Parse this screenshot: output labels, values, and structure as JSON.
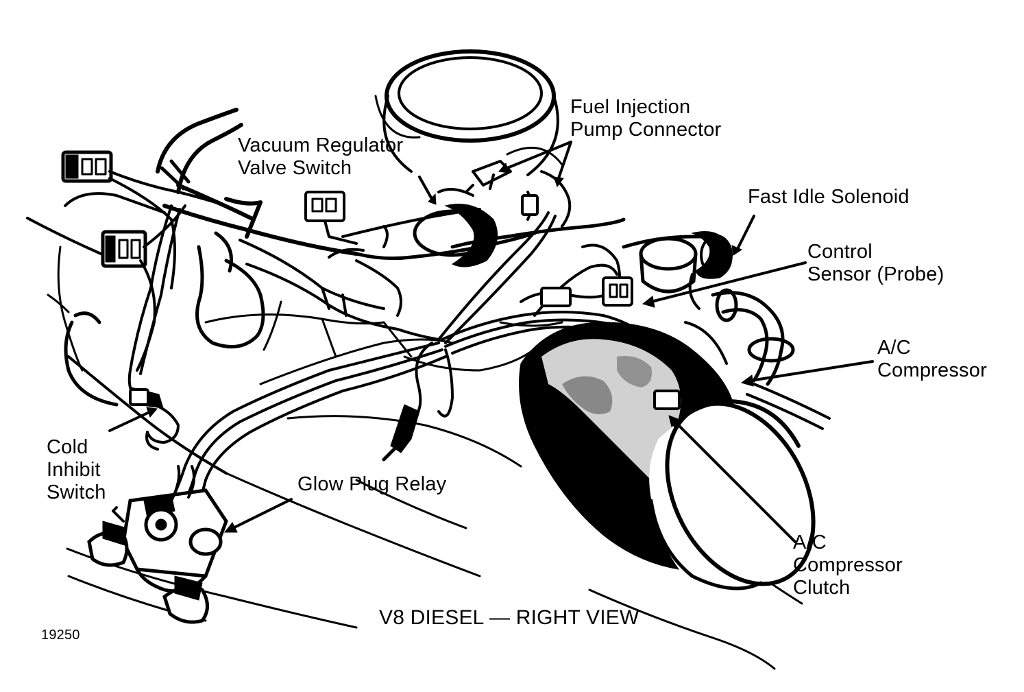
{
  "labels": {
    "fuel_injection_pump_connector": [
      "Fuel Injection",
      "Pump Connector"
    ],
    "vacuum_regulator_valve_switch": [
      "Vacuum Regulator",
      "Valve Switch"
    ],
    "fast_idle_solenoid": "Fast Idle Solenoid",
    "control_sensor": [
      "Control",
      "Sensor (Probe)"
    ],
    "ac_compressor": [
      "A/C",
      "Compressor"
    ],
    "cold_inhibit_switch": [
      "Cold",
      "Inhibit",
      "Switch"
    ],
    "glow_plug_relay": "Glow Plug Relay",
    "ac_compressor_clutch": [
      "A/C",
      "Compressor",
      "Clutch"
    ]
  },
  "caption": "V8 DIESEL — RIGHT VIEW",
  "figure_number": "19250"
}
